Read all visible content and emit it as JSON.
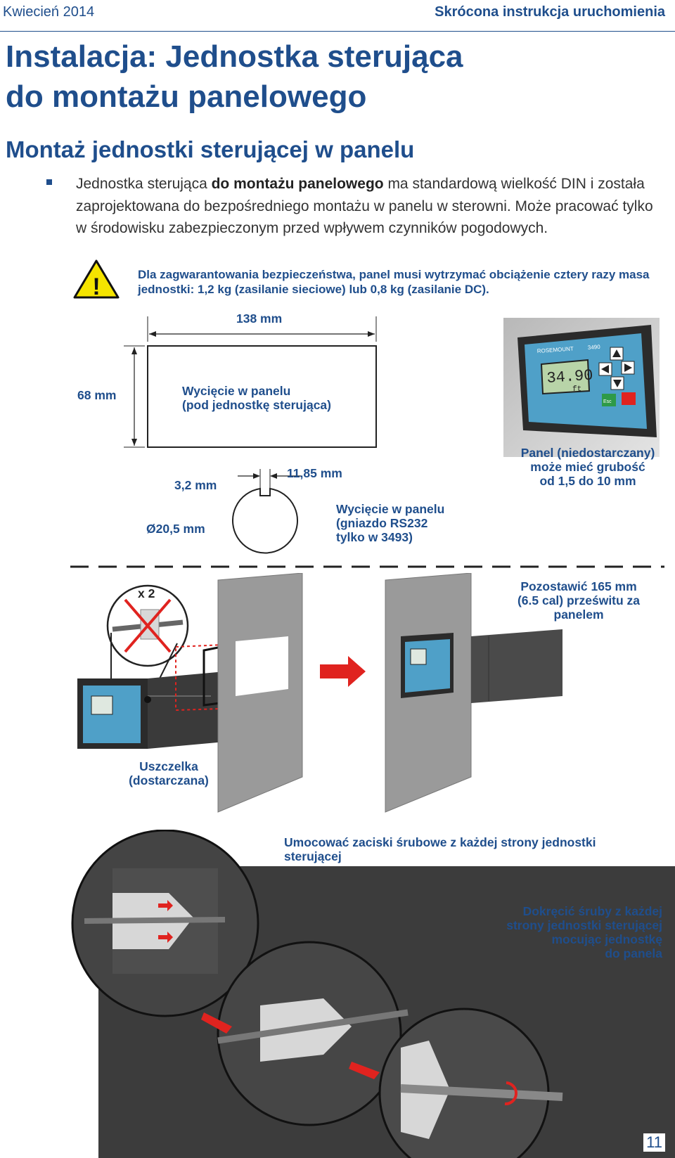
{
  "header": {
    "date": "Kwiecień 2014",
    "doc_title": "Skrócona instrukcja uruchomienia"
  },
  "title_line1": "Instalacja: Jednostka sterująca",
  "title_line2": "do montażu panelowego",
  "section_title": "Montaż jednostki sterującej w panelu",
  "intro": {
    "part1": "Jednostka sterująca ",
    "bold": "do montażu panelowego",
    "part2": " ma standardową wielkość DIN i została zaprojektowana do bezpośredniego montażu w panelu w sterowni. Może pracować tylko w środowisku zabezpieczonym przed wpływem czynników pogodowych."
  },
  "warning": {
    "symbol": "!",
    "text": "Dla zagwarantowania bezpieczeństwa, panel musi wytrzymać obciążenie cztery razy masa jednostki: 1,2 kg (zasilanie sieciowe) lub 0,8 kg (zasilanie DC)."
  },
  "dimensions": {
    "width": "138 mm",
    "height": "68 mm",
    "cutout_line1": "Wycięcie w panelu",
    "cutout_line2": "(pod jednostkę sterująca)",
    "notch": "3,2 mm",
    "notch_width": "11,85 mm",
    "diameter": "Ø20,5 mm",
    "rs232_line1": "Wycięcie w panelu",
    "rs232_line2": "(gniazdo RS232",
    "rs232_line3": "tylko w 3493)",
    "panel_line1": "Panel (niedostarczany)",
    "panel_line2": "może mieć grubość",
    "panel_line3": "od 1,5 do 10 mm"
  },
  "device": {
    "brand": "ROSEMOUNT",
    "model": "3490",
    "reading": "34.90",
    "unit": "ft",
    "enter_key": "Esc"
  },
  "mounting": {
    "qty": "x 2",
    "clearance_line1": "Pozostawić 165 mm",
    "clearance_line2": "(6.5 cal) prześwitu za",
    "clearance_line3": "panelem",
    "gasket_line1": "Uszczelka",
    "gasket_line2": "(dostarczana)"
  },
  "clamps": {
    "fix_text": "Umocować zaciski śrubowe z każdej strony jednostki sterującej",
    "tighten_line1": "Dokręcić śruby z każdej",
    "tighten_line2": "strony jednostki sterującej",
    "tighten_line3": "mocując jednostkę",
    "tighten_line4": "do panela"
  },
  "page_number": "11",
  "colors": {
    "brand_blue": "#1f4e8c",
    "arrow_red": "#e0231f",
    "warning_yellow": "#f5e400"
  }
}
